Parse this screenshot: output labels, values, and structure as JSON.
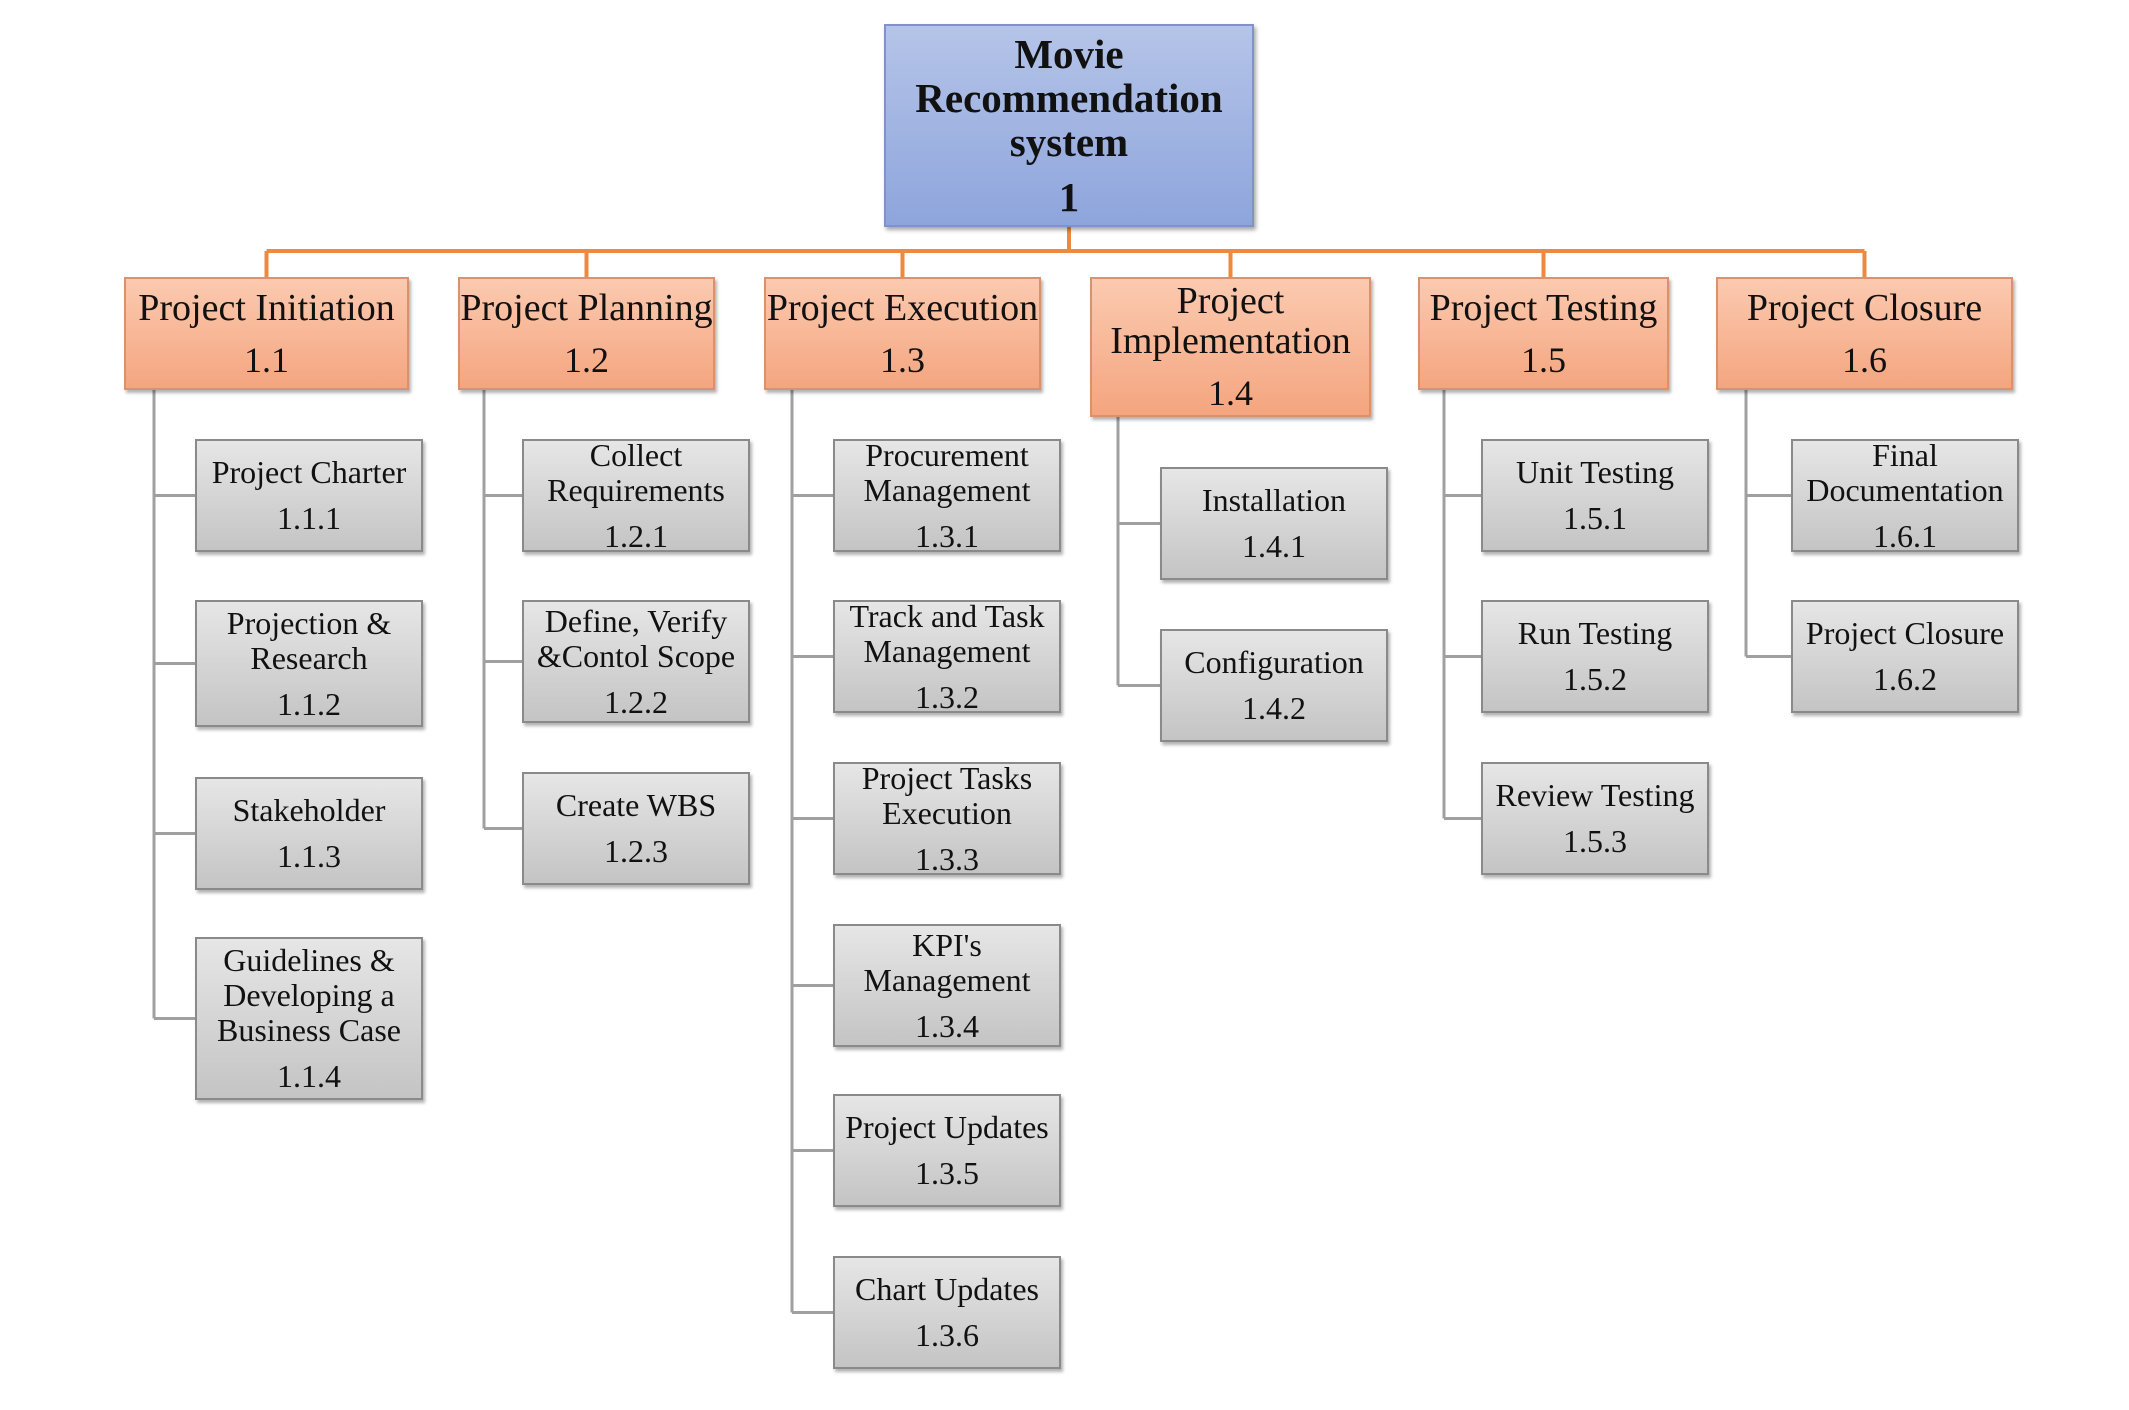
{
  "diagram": {
    "root": {
      "label": "Movie\nRecommendation\nsystem",
      "code": "1"
    },
    "colors": {
      "root": "#9aaee0",
      "phase": "#f7b391",
      "task": "#d3d3d3",
      "phase_connector": "#ed8a3f",
      "task_connector": "#a0a0a0"
    },
    "phases": [
      {
        "label": "Project Initiation",
        "code": "1.1",
        "children": [
          {
            "label": "Project Charter",
            "code": "1.1.1"
          },
          {
            "label": "Projection &\nResearch",
            "code": "1.1.2"
          },
          {
            "label": "Stakeholder",
            "code": "1.1.3"
          },
          {
            "label": "Guidelines &\nDeveloping a\nBusiness Case",
            "code": "1.1.4"
          }
        ]
      },
      {
        "label": "Project Planning",
        "code": "1.2",
        "children": [
          {
            "label": "Collect\nRequirements",
            "code": "1.2.1"
          },
          {
            "label": "Define, Verify\n&Contol Scope",
            "code": "1.2.2"
          },
          {
            "label": "Create WBS",
            "code": "1.2.3"
          }
        ]
      },
      {
        "label": "Project Execution",
        "code": "1.3",
        "children": [
          {
            "label": "Procurement\nManagement",
            "code": "1.3.1"
          },
          {
            "label": "Track and Task\nManagement",
            "code": "1.3.2"
          },
          {
            "label": "Project Tasks\nExecution",
            "code": "1.3.3"
          },
          {
            "label": "KPI's\nManagement",
            "code": "1.3.4"
          },
          {
            "label": "Project Updates",
            "code": "1.3.5"
          },
          {
            "label": "Chart Updates",
            "code": "1.3.6"
          }
        ]
      },
      {
        "label": "Project\nImplementation",
        "code": "1.4",
        "children": [
          {
            "label": "Installation",
            "code": "1.4.1"
          },
          {
            "label": "Configuration",
            "code": "1.4.2"
          }
        ]
      },
      {
        "label": "Project Testing",
        "code": "1.5",
        "children": [
          {
            "label": "Unit Testing",
            "code": "1.5.1"
          },
          {
            "label": "Run Testing",
            "code": "1.5.2"
          },
          {
            "label": "Review Testing",
            "code": "1.5.3"
          }
        ]
      },
      {
        "label": "Project Closure",
        "code": "1.6",
        "children": [
          {
            "label": "Final\nDocumentation",
            "code": "1.6.1"
          },
          {
            "label": "Project Closure",
            "code": "1.6.2"
          }
        ]
      }
    ]
  }
}
